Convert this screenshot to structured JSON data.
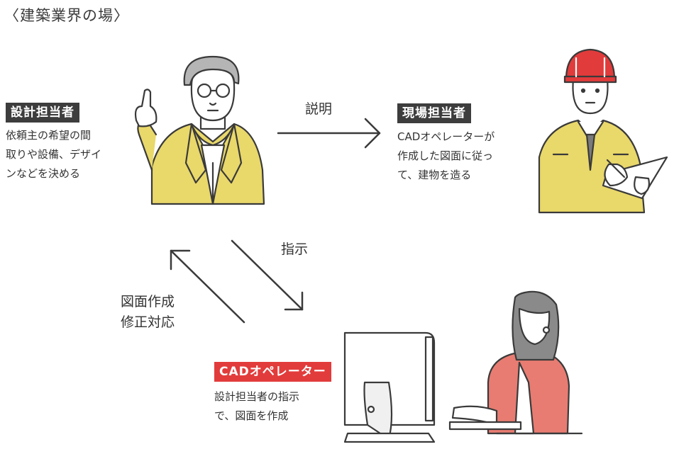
{
  "title": "〈建築業界の場〉",
  "designer": {
    "tag": "設計担当者",
    "description": "依頼主の希望の間\n取りや設備、デザイ\nンなどを決める"
  },
  "site": {
    "tag": "現場担当者",
    "description": "CADオペレーターが\n作成した図面に従っ\nて、建物を造る"
  },
  "operator": {
    "tag": "CADオペレーター",
    "description": "設計担当者の指示\nで、図面を作成"
  },
  "arrows": {
    "explain": "説明",
    "instruct": "指示",
    "drawing": "図面作成\n修正対応"
  },
  "colors": {
    "yellow": "#e9d86a",
    "red_accent": "#e23b3b",
    "red_shirt": "#e87c72",
    "dark_tag": "#3d3d3d",
    "line": "#3a3a3a"
  }
}
